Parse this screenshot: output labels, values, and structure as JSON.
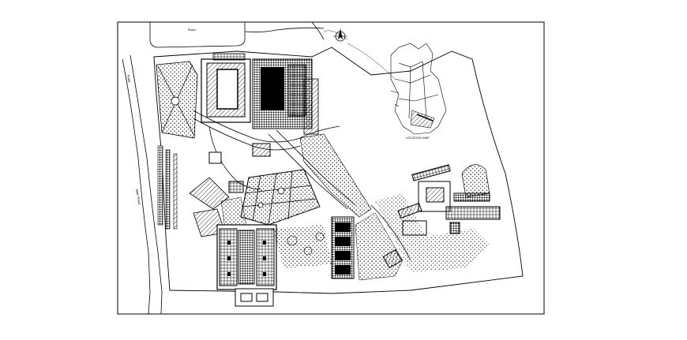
{
  "drawing": {
    "kind": "site-plan",
    "line_color": "#000000",
    "background": "#ffffff",
    "labels": {
      "top_road": "Road",
      "left_road_upper": "Road",
      "left_road_lower": "Main Road",
      "map_caption": "LOCATION MAP"
    },
    "icons": [
      "north-arrow-icon"
    ]
  }
}
